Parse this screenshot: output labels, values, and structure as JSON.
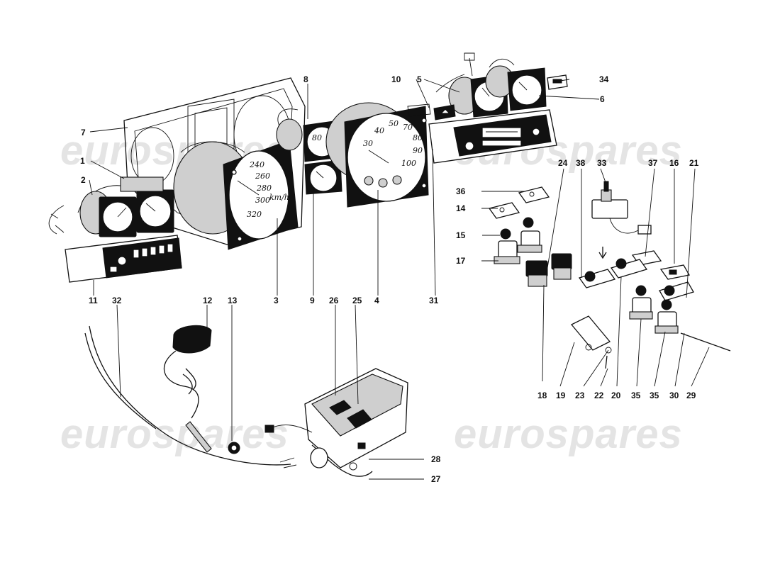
{
  "watermark": {
    "text": "eurospares"
  },
  "callouts": [
    {
      "id": "1",
      "label": "1"
    },
    {
      "id": "2",
      "label": "2"
    },
    {
      "id": "3",
      "label": "3"
    },
    {
      "id": "4",
      "label": "4"
    },
    {
      "id": "5",
      "label": "5"
    },
    {
      "id": "6",
      "label": "6"
    },
    {
      "id": "7",
      "label": "7"
    },
    {
      "id": "8",
      "label": "8"
    },
    {
      "id": "9",
      "label": "9"
    },
    {
      "id": "10",
      "label": "10"
    },
    {
      "id": "11",
      "label": "11"
    },
    {
      "id": "12",
      "label": "12"
    },
    {
      "id": "13",
      "label": "13"
    },
    {
      "id": "14",
      "label": "14"
    },
    {
      "id": "15",
      "label": "15"
    },
    {
      "id": "16",
      "label": "16"
    },
    {
      "id": "17",
      "label": "17"
    },
    {
      "id": "18",
      "label": "18"
    },
    {
      "id": "19",
      "label": "19"
    },
    {
      "id": "20",
      "label": "20"
    },
    {
      "id": "21",
      "label": "21"
    },
    {
      "id": "22",
      "label": "22"
    },
    {
      "id": "23",
      "label": "23"
    },
    {
      "id": "24",
      "label": "24"
    },
    {
      "id": "25",
      "label": "25"
    },
    {
      "id": "26",
      "label": "26"
    },
    {
      "id": "27",
      "label": "27"
    },
    {
      "id": "28",
      "label": "28"
    },
    {
      "id": "29",
      "label": "29"
    },
    {
      "id": "30",
      "label": "30"
    },
    {
      "id": "31",
      "label": "31"
    },
    {
      "id": "32",
      "label": "32"
    },
    {
      "id": "33",
      "label": "33"
    },
    {
      "id": "34",
      "label": "34"
    },
    {
      "id": "35a",
      "label": "35"
    },
    {
      "id": "35b",
      "label": "35"
    },
    {
      "id": "36",
      "label": "36"
    },
    {
      "id": "37",
      "label": "37"
    },
    {
      "id": "38",
      "label": "38"
    }
  ],
  "speedometer_scale": [
    "240",
    "260",
    "280",
    "300",
    "320",
    "km/h"
  ],
  "tachometer_scale": [
    "70",
    "80",
    "90",
    "100",
    "30",
    "40",
    "50"
  ]
}
